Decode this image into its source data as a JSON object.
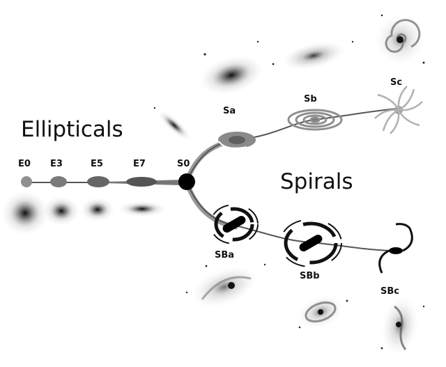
{
  "headings": {
    "ellipticals": "Ellipticals",
    "spirals": "Spirals"
  },
  "class_labels": {
    "E0": "E0",
    "E3": "E3",
    "E5": "E5",
    "E7": "E7",
    "S0": "S0",
    "Sa": "Sa",
    "Sb": "Sb",
    "Sc": "Sc",
    "SBa": "SBa",
    "SBb": "SBb",
    "SBc": "SBc"
  },
  "colors": {
    "background": "#ffffff",
    "ink": "#111111",
    "branch_gray": "#8a8a8a",
    "light_gray": "#bdbdbd"
  }
}
